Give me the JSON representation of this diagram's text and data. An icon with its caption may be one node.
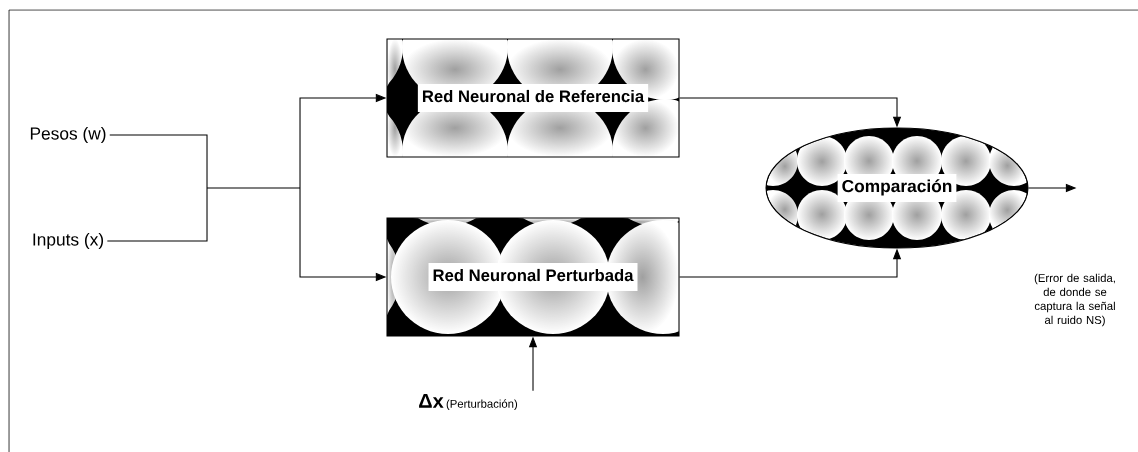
{
  "diagram": {
    "nodes": [
      {
        "text": [
          "Pesos (w)"
        ]
      },
      {
        "text": [
          "Inputs (x)"
        ]
      },
      {
        "text": [
          "Red Neuronal de Referencia"
        ]
      },
      {
        "text": [
          "Red Neuronal Perturbada"
        ]
      },
      {
        "text": [
          "Comparación"
        ]
      },
      {
        "text": [
          "Δx",
          "(Perturbación)"
        ]
      }
    ],
    "edges": [
      {
        "from": 0,
        "to": 2,
        "arrow": "to"
      },
      {
        "from": 0,
        "to": 3,
        "arrow": "to"
      },
      {
        "from": 1,
        "to": 2,
        "arrow": "to"
      },
      {
        "from": 1,
        "to": 3,
        "arrow": "to"
      },
      {
        "from": 2,
        "to": 4,
        "arrow": "to"
      },
      {
        "from": 3,
        "to": 4,
        "arrow": "to"
      },
      {
        "from": 5,
        "to": 3,
        "arrow": "to"
      },
      {
        "from": 4,
        "to": null,
        "arrow": "to"
      }
    ],
    "labels": [
      "(Error de salida, de donde se captura la señal al ruido NS)"
    ]
  }
}
